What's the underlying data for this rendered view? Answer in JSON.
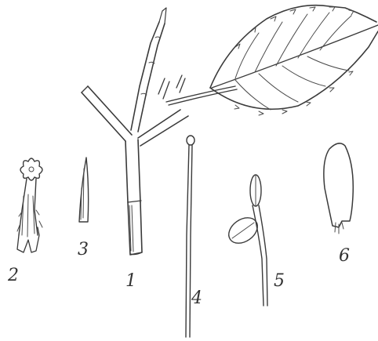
{
  "figure": {
    "labels": {
      "stem": "1",
      "calyx": "2",
      "bract": "3",
      "style": "4",
      "stamen": "5",
      "petal": "6"
    },
    "colors": {
      "ink": "#3a3a3a",
      "paper": "#ffffff"
    }
  }
}
